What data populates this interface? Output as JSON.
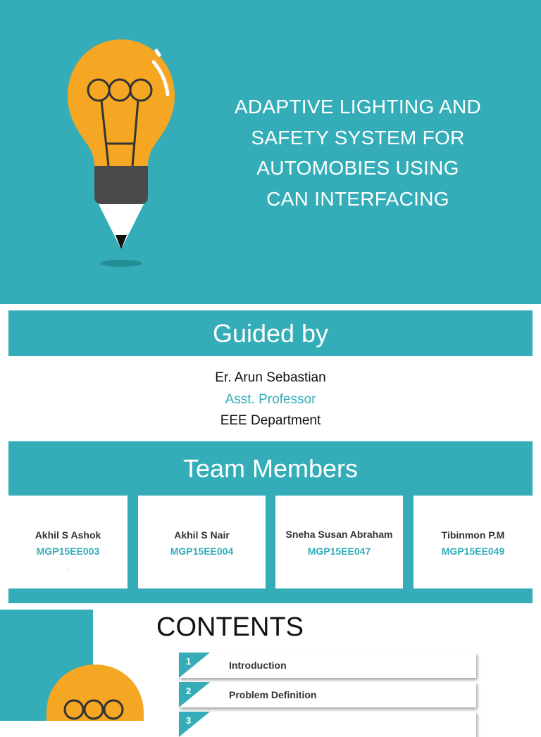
{
  "slide1": {
    "title_lines": [
      "ADAPTIVE LIGHTING AND",
      "SAFETY SYSTEM FOR",
      "AUTOMOBIES USING",
      "CAN INTERFACING"
    ]
  },
  "guide": {
    "heading": "Guided by",
    "name": "Er. Arun Sebastian",
    "role": "Asst. Professor",
    "department": "EEE Department"
  },
  "team": {
    "heading": "Team Members",
    "members": [
      {
        "name": "Akhil S Ashok",
        "id": "MGP15EE003",
        "mark": "."
      },
      {
        "name": "Akhil S Nair",
        "id": "MGP15EE004"
      },
      {
        "name": "Sneha Susan Abraham",
        "id": "MGP15EE047"
      },
      {
        "name": "Tibinmon P.M",
        "id": "MGP15EE049"
      }
    ]
  },
  "contents": {
    "heading": "CONTENTS",
    "items": [
      {
        "num": "1",
        "label": "Introduction"
      },
      {
        "num": "2",
        "label": "Problem Definition"
      },
      {
        "num": "3",
        "label": ""
      }
    ]
  },
  "colors": {
    "accent": "#34adb8",
    "bulb": "#f5a623",
    "pencil_band": "#4a4a4a"
  },
  "icons": [
    "lightbulb-pencil-icon",
    "lightbulb-icon"
  ]
}
